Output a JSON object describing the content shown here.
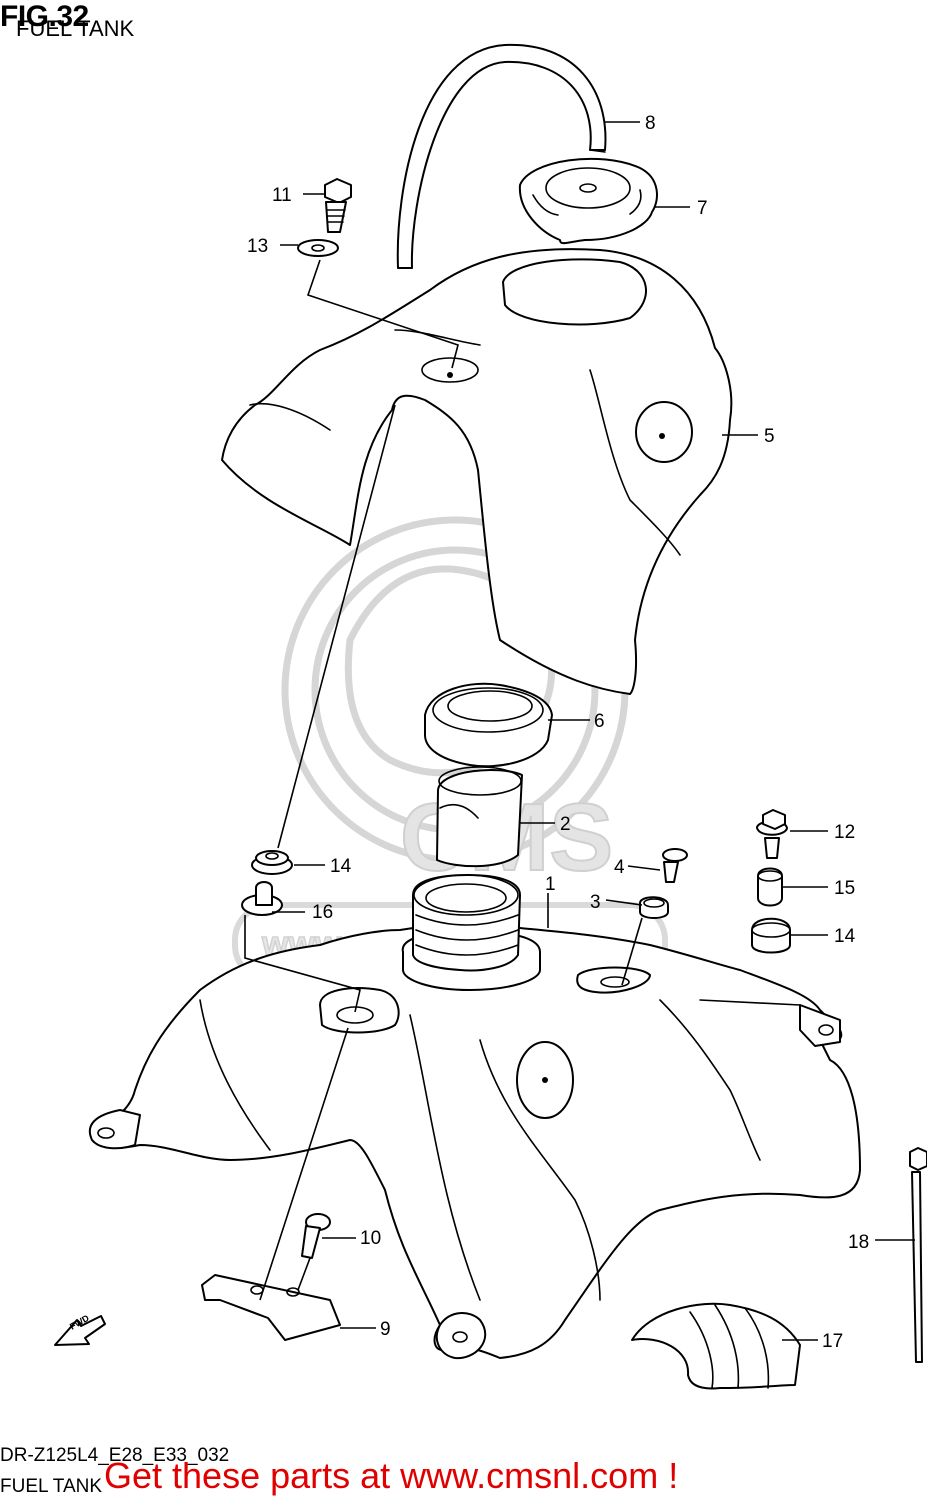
{
  "figure": {
    "number_label": "FIG.32",
    "title": "FUEL TANK",
    "model_code": "DR-Z125L4_E28_E33_032",
    "footer_label": "FUEL TANK",
    "promo_text": "Get these parts at www.cmsnl.com !",
    "promo_color": "#e00000"
  },
  "watermark": {
    "text": "CMS",
    "url_text": "www.cmsnl.com"
  },
  "callouts": [
    {
      "id": "1",
      "label": "1"
    },
    {
      "id": "2",
      "label": "2"
    },
    {
      "id": "3",
      "label": "3"
    },
    {
      "id": "4",
      "label": "4"
    },
    {
      "id": "5",
      "label": "5"
    },
    {
      "id": "6",
      "label": "6"
    },
    {
      "id": "7",
      "label": "7"
    },
    {
      "id": "8",
      "label": "8"
    },
    {
      "id": "9",
      "label": "9"
    },
    {
      "id": "10",
      "label": "10"
    },
    {
      "id": "11",
      "label": "11"
    },
    {
      "id": "12",
      "label": "12"
    },
    {
      "id": "13",
      "label": "13"
    },
    {
      "id": "14a",
      "label": "14"
    },
    {
      "id": "14b",
      "label": "14"
    },
    {
      "id": "15",
      "label": "15"
    },
    {
      "id": "16",
      "label": "16"
    },
    {
      "id": "17",
      "label": "17"
    },
    {
      "id": "18",
      "label": "18"
    }
  ],
  "direction_arrow": {
    "label": "FWD"
  }
}
